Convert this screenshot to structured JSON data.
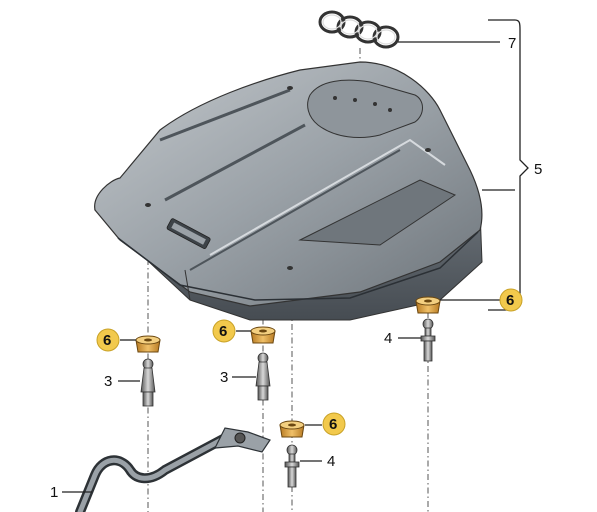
{
  "callouts": [
    {
      "id": "1",
      "label": "1",
      "highlighted": false
    },
    {
      "id": "3a",
      "label": "3",
      "highlighted": false
    },
    {
      "id": "3b",
      "label": "3",
      "highlighted": false
    },
    {
      "id": "4a",
      "label": "4",
      "highlighted": false
    },
    {
      "id": "4b",
      "label": "4",
      "highlighted": false
    },
    {
      "id": "5",
      "label": "5",
      "highlighted": false
    },
    {
      "id": "6a",
      "label": "6",
      "highlighted": true
    },
    {
      "id": "6b",
      "label": "6",
      "highlighted": true
    },
    {
      "id": "6c",
      "label": "6",
      "highlighted": true
    },
    {
      "id": "6d",
      "label": "6",
      "highlighted": true
    },
    {
      "id": "7",
      "label": "7",
      "highlighted": false
    }
  ],
  "colors": {
    "cover_fill": "#7d858c",
    "cover_dark": "#4a5056",
    "cover_light": "#b3b9be",
    "grommet": "#e0a640",
    "badge": "#f2c94c",
    "line": "#222222"
  }
}
